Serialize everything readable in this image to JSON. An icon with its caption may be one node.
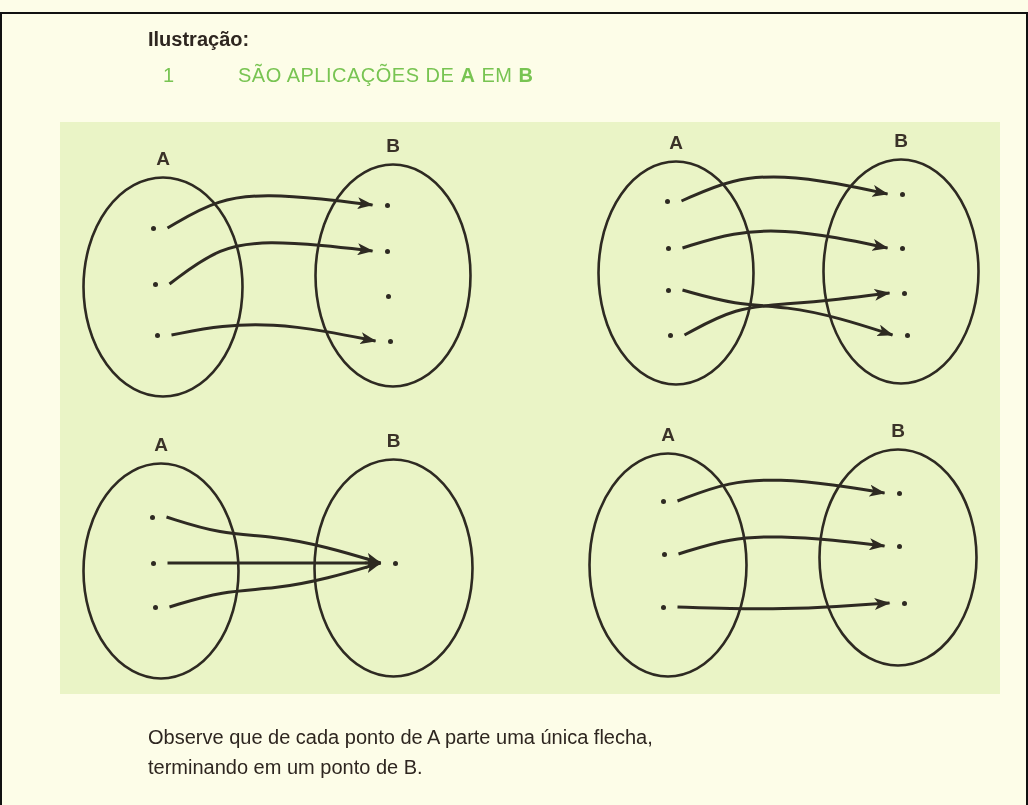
{
  "diagram": {
    "title": "Ilustração:",
    "caption": "Observe que de cada ponto de A parte uma única flecha, terminando em um ponto de B.",
    "nodes": [
      {
        "text": [
          "A"
        ]
      },
      {
        "text": [],
        "shape": "dot",
        "in": 0
      },
      {
        "text": [],
        "shape": "dot",
        "in": 0
      },
      {
        "text": [],
        "shape": "dot",
        "in": 0
      },
      {
        "text": [
          "B"
        ]
      },
      {
        "text": [],
        "shape": "dot",
        "in": 4
      },
      {
        "text": [],
        "shape": "dot",
        "in": 4
      },
      {
        "text": [],
        "shape": "dot",
        "in": 4
      },
      {
        "text": [],
        "shape": "dot",
        "in": 4
      },
      {
        "text": [
          "A"
        ]
      },
      {
        "text": [],
        "shape": "dot",
        "in": 9
      },
      {
        "text": [],
        "shape": "dot",
        "in": 9
      },
      {
        "text": [],
        "shape": "dot",
        "in": 9
      },
      {
        "text": [],
        "shape": "dot",
        "in": 9
      },
      {
        "text": [
          "B"
        ]
      },
      {
        "text": [],
        "shape": "dot",
        "in": 14
      },
      {
        "text": [],
        "shape": "dot",
        "in": 14
      },
      {
        "text": [],
        "shape": "dot",
        "in": 14
      },
      {
        "text": [],
        "shape": "dot",
        "in": 14
      },
      {
        "text": [
          "A"
        ]
      },
      {
        "text": [],
        "shape": "dot",
        "in": 19
      },
      {
        "text": [],
        "shape": "dot",
        "in": 19
      },
      {
        "text": [],
        "shape": "dot",
        "in": 19
      },
      {
        "text": [
          "B"
        ]
      },
      {
        "text": [],
        "shape": "dot",
        "in": 23
      },
      {
        "text": [
          "A"
        ]
      },
      {
        "text": [],
        "shape": "dot",
        "in": 25
      },
      {
        "text": [],
        "shape": "dot",
        "in": 25
      },
      {
        "text": [],
        "shape": "dot",
        "in": 25
      },
      {
        "text": [
          "B"
        ]
      },
      {
        "text": [],
        "shape": "dot",
        "in": 29
      },
      {
        "text": [],
        "shape": "dot",
        "in": 29
      },
      {
        "text": [],
        "shape": "dot",
        "in": 29
      }
    ],
    "edges": [
      {
        "from": 1,
        "to": 5,
        "arrow": "to"
      },
      {
        "from": 2,
        "to": 6,
        "arrow": "to"
      },
      {
        "from": 3,
        "to": 8,
        "arrow": "to"
      },
      {
        "from": 10,
        "to": 15,
        "arrow": "to"
      },
      {
        "from": 11,
        "to": 16,
        "arrow": "to"
      },
      {
        "from": 12,
        "to": 18,
        "arrow": "to"
      },
      {
        "from": 13,
        "to": 17,
        "arrow": "to"
      },
      {
        "from": 20,
        "to": 24,
        "arrow": "to"
      },
      {
        "from": 21,
        "to": 24,
        "arrow": "to"
      },
      {
        "from": 22,
        "to": 24,
        "arrow": "to"
      },
      {
        "from": 26,
        "to": 30,
        "arrow": "to"
      },
      {
        "from": 27,
        "to": 31,
        "arrow": "to"
      },
      {
        "from": 28,
        "to": 32,
        "arrow": "to"
      }
    ],
    "labels": [
      "1",
      "SÃO APLICAÇÕES DE **A** EM **B**"
    ]
  }
}
